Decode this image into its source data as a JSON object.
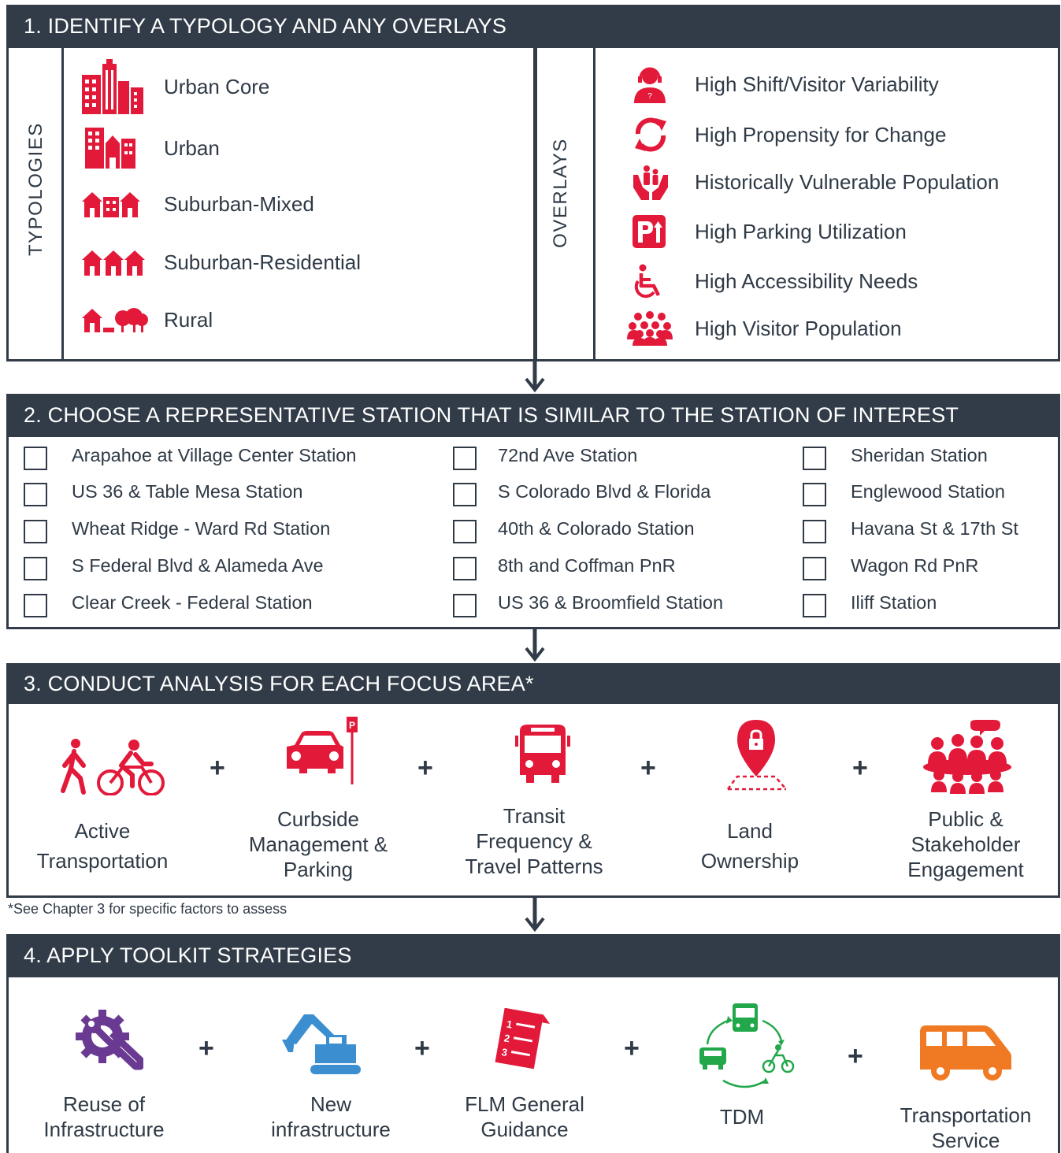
{
  "step1": {
    "title": "1. IDENTIFY A TYPOLOGY AND ANY OVERLAYS",
    "typologies_label": "TYPOLOGIES",
    "overlays_label": "OVERLAYS",
    "typologies": [
      "Urban Core",
      "Urban",
      "Suburban-Mixed",
      "Suburban-Residential",
      "Rural"
    ],
    "overlays": [
      "High Shift/Visitor Variability",
      "High Propensity for Change",
      "Historically Vulnerable Population",
      "High Parking Utilization",
      "High Accessibility Needs",
      "High Visitor Population"
    ]
  },
  "step2": {
    "title": "2. CHOOSE A REPRESENTATIVE STATION THAT IS SIMILAR TO THE STATION OF INTEREST",
    "col1": [
      "Arapahoe at Village Center Station",
      "US 36 & Table Mesa Station",
      "Wheat Ridge - Ward Rd Station",
      "S Federal Blvd & Alameda Ave",
      "Clear Creek - Federal Station"
    ],
    "col2": [
      "72nd Ave Station",
      "S Colorado Blvd & Florida",
      "40th & Colorado Station",
      "8th and Coffman PnR",
      "US 36 & Broomfield Station"
    ],
    "col3": [
      "Sheridan Station",
      "Englewood Station",
      "Havana St & 17th St",
      "Wagon Rd PnR",
      "Iliff Station"
    ]
  },
  "step3": {
    "title": "3. CONDUCT ANALYSIS FOR EACH FOCUS AREA*",
    "areas": [
      {
        "l1": "Active",
        "l2": "Transportation",
        "l3": ""
      },
      {
        "l1": "Curbside",
        "l2": "Management &",
        "l3": "Parking"
      },
      {
        "l1": "Transit",
        "l2": "Frequency &",
        "l3": "Travel Patterns"
      },
      {
        "l1": "Land",
        "l2": "Ownership",
        "l3": ""
      },
      {
        "l1": "Public &",
        "l2": "Stakeholder",
        "l3": "Engagement"
      }
    ],
    "plus": "+",
    "footnote": "*See Chapter 3 for specific factors to assess",
    "parking_sign": "P"
  },
  "step4": {
    "title": "4. APPLY TOOLKIT STRATEGIES",
    "strategies": [
      {
        "l1": "Reuse of",
        "l2": "Infrastructure"
      },
      {
        "l1": "New",
        "l2": "infrastructure"
      },
      {
        "l1": "FLM General",
        "l2": "Guidance"
      },
      {
        "l1": "TDM",
        "l2": ""
      },
      {
        "l1": "Transportation",
        "l2": "Service"
      }
    ],
    "list_numbers": [
      "1",
      "2",
      "3"
    ]
  },
  "colors": {
    "header": "#313c48",
    "red": "#e3193a",
    "purple": "#6a3a93",
    "blue": "#3b8fd0",
    "green": "#22a84a",
    "orange": "#f07a24"
  }
}
